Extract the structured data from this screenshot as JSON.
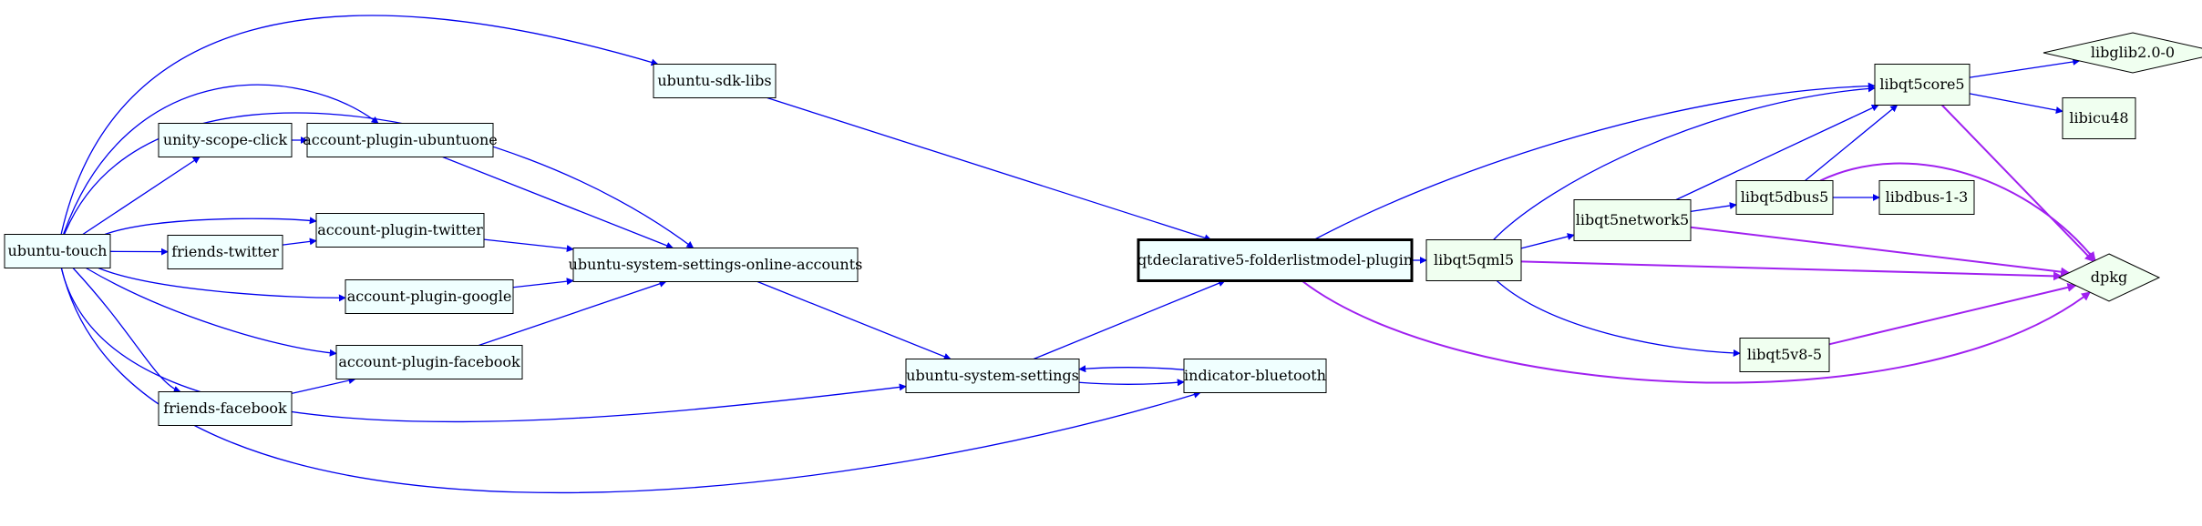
{
  "colors": {
    "edge_blue": "#0000ee",
    "edge_purple": "#a020f0",
    "fill_azure": "#f0ffff",
    "fill_honeydew": "#f0fff0",
    "stroke": "#000000"
  },
  "nodes": [
    {
      "id": "ubuntu_touch",
      "label": "ubuntu-touch",
      "shape": "box",
      "fill": "azure"
    },
    {
      "id": "unity_scope_click",
      "label": "unity-scope-click",
      "shape": "box",
      "fill": "azure"
    },
    {
      "id": "friends_twitter",
      "label": "friends-twitter",
      "shape": "box",
      "fill": "azure"
    },
    {
      "id": "friends_facebook",
      "label": "friends-facebook",
      "shape": "box",
      "fill": "azure"
    },
    {
      "id": "account_plugin_ubuntuone",
      "label": "account-plugin-ubuntuone",
      "shape": "box",
      "fill": "azure"
    },
    {
      "id": "account_plugin_twitter",
      "label": "account-plugin-twitter",
      "shape": "box",
      "fill": "azure"
    },
    {
      "id": "account_plugin_google",
      "label": "account-plugin-google",
      "shape": "box",
      "fill": "azure"
    },
    {
      "id": "account_plugin_facebook",
      "label": "account-plugin-facebook",
      "shape": "box",
      "fill": "azure"
    },
    {
      "id": "ubuntu_sdk_libs",
      "label": "ubuntu-sdk-libs",
      "shape": "box",
      "fill": "azure"
    },
    {
      "id": "ubuntu_system_settings_online_accounts",
      "label": "ubuntu-system-settings-online-accounts",
      "shape": "box",
      "fill": "azure"
    },
    {
      "id": "ubuntu_system_settings",
      "label": "ubuntu-system-settings",
      "shape": "box",
      "fill": "azure"
    },
    {
      "id": "indicator_bluetooth",
      "label": "indicator-bluetooth",
      "shape": "box",
      "fill": "azure"
    },
    {
      "id": "qtdeclarative5_folderlistmodel_plugin",
      "label": "qtdeclarative5-folderlistmodel-plugin",
      "shape": "box",
      "fill": "azure",
      "bold": true
    },
    {
      "id": "libqt5qml5",
      "label": "libqt5qml5",
      "shape": "box",
      "fill": "honeydew"
    },
    {
      "id": "libqt5network5",
      "label": "libqt5network5",
      "shape": "box",
      "fill": "honeydew"
    },
    {
      "id": "libqt5dbus5",
      "label": "libqt5dbus5",
      "shape": "box",
      "fill": "honeydew"
    },
    {
      "id": "libqt5v8_5",
      "label": "libqt5v8-5",
      "shape": "box",
      "fill": "honeydew"
    },
    {
      "id": "libqt5core5",
      "label": "libqt5core5",
      "shape": "box",
      "fill": "honeydew"
    },
    {
      "id": "libglib2_0_0",
      "label": "libglib2.0-0",
      "shape": "diamond",
      "fill": "honeydew"
    },
    {
      "id": "libicu48",
      "label": "libicu48",
      "shape": "box",
      "fill": "honeydew"
    },
    {
      "id": "libdbus_1_3",
      "label": "libdbus-1-3",
      "shape": "box",
      "fill": "honeydew"
    },
    {
      "id": "dpkg",
      "label": "dpkg",
      "shape": "diamond",
      "fill": "honeydew"
    }
  ],
  "edges": [
    {
      "from": "ubuntu_touch",
      "to": "ubuntu_sdk_libs",
      "color": "blue"
    },
    {
      "from": "ubuntu_touch",
      "to": "ubuntu_system_settings_online_accounts",
      "color": "blue"
    },
    {
      "from": "ubuntu_touch",
      "to": "account_plugin_ubuntuone",
      "color": "blue"
    },
    {
      "from": "ubuntu_touch",
      "to": "unity_scope_click",
      "color": "blue"
    },
    {
      "from": "ubuntu_touch",
      "to": "account_plugin_twitter",
      "color": "blue"
    },
    {
      "from": "ubuntu_touch",
      "to": "friends_twitter",
      "color": "blue"
    },
    {
      "from": "ubuntu_touch",
      "to": "account_plugin_google",
      "color": "blue"
    },
    {
      "from": "ubuntu_touch",
      "to": "account_plugin_facebook",
      "color": "blue"
    },
    {
      "from": "ubuntu_touch",
      "to": "friends_facebook",
      "color": "blue"
    },
    {
      "from": "ubuntu_touch",
      "to": "ubuntu_system_settings",
      "color": "blue"
    },
    {
      "from": "ubuntu_touch",
      "to": "indicator_bluetooth",
      "color": "blue"
    },
    {
      "from": "unity_scope_click",
      "to": "account_plugin_ubuntuone",
      "color": "blue"
    },
    {
      "from": "friends_twitter",
      "to": "account_plugin_twitter",
      "color": "blue"
    },
    {
      "from": "friends_facebook",
      "to": "account_plugin_facebook",
      "color": "blue"
    },
    {
      "from": "account_plugin_ubuntuone",
      "to": "ubuntu_system_settings_online_accounts",
      "color": "blue"
    },
    {
      "from": "account_plugin_twitter",
      "to": "ubuntu_system_settings_online_accounts",
      "color": "blue"
    },
    {
      "from": "account_plugin_google",
      "to": "ubuntu_system_settings_online_accounts",
      "color": "blue"
    },
    {
      "from": "account_plugin_facebook",
      "to": "ubuntu_system_settings_online_accounts",
      "color": "blue"
    },
    {
      "from": "ubuntu_system_settings_online_accounts",
      "to": "ubuntu_system_settings",
      "color": "blue"
    },
    {
      "from": "ubuntu_sdk_libs",
      "to": "qtdeclarative5_folderlistmodel_plugin",
      "color": "blue"
    },
    {
      "from": "ubuntu_system_settings",
      "to": "qtdeclarative5_folderlistmodel_plugin",
      "color": "blue"
    },
    {
      "from": "ubuntu_system_settings",
      "to": "indicator_bluetooth",
      "color": "blue"
    },
    {
      "from": "indicator_bluetooth",
      "to": "ubuntu_system_settings",
      "color": "blue"
    },
    {
      "from": "qtdeclarative5_folderlistmodel_plugin",
      "to": "libqt5qml5",
      "color": "blue"
    },
    {
      "from": "qtdeclarative5_folderlistmodel_plugin",
      "to": "libqt5core5",
      "color": "blue"
    },
    {
      "from": "qtdeclarative5_folderlistmodel_plugin",
      "to": "dpkg",
      "color": "purple"
    },
    {
      "from": "libqt5qml5",
      "to": "libqt5network5",
      "color": "blue"
    },
    {
      "from": "libqt5qml5",
      "to": "libqt5core5",
      "color": "blue"
    },
    {
      "from": "libqt5qml5",
      "to": "libqt5v8_5",
      "color": "blue"
    },
    {
      "from": "libqt5qml5",
      "to": "dpkg",
      "color": "purple"
    },
    {
      "from": "libqt5network5",
      "to": "libqt5dbus5",
      "color": "blue"
    },
    {
      "from": "libqt5network5",
      "to": "libqt5core5",
      "color": "blue"
    },
    {
      "from": "libqt5network5",
      "to": "dpkg",
      "color": "purple"
    },
    {
      "from": "libqt5dbus5",
      "to": "libqt5core5",
      "color": "blue"
    },
    {
      "from": "libqt5dbus5",
      "to": "libdbus_1_3",
      "color": "blue"
    },
    {
      "from": "libqt5dbus5",
      "to": "dpkg",
      "color": "purple"
    },
    {
      "from": "libqt5core5",
      "to": "libglib2_0_0",
      "color": "blue"
    },
    {
      "from": "libqt5core5",
      "to": "libicu48",
      "color": "blue"
    },
    {
      "from": "libqt5core5",
      "to": "dpkg",
      "color": "purple"
    },
    {
      "from": "libqt5v8_5",
      "to": "dpkg",
      "color": "purple"
    }
  ]
}
